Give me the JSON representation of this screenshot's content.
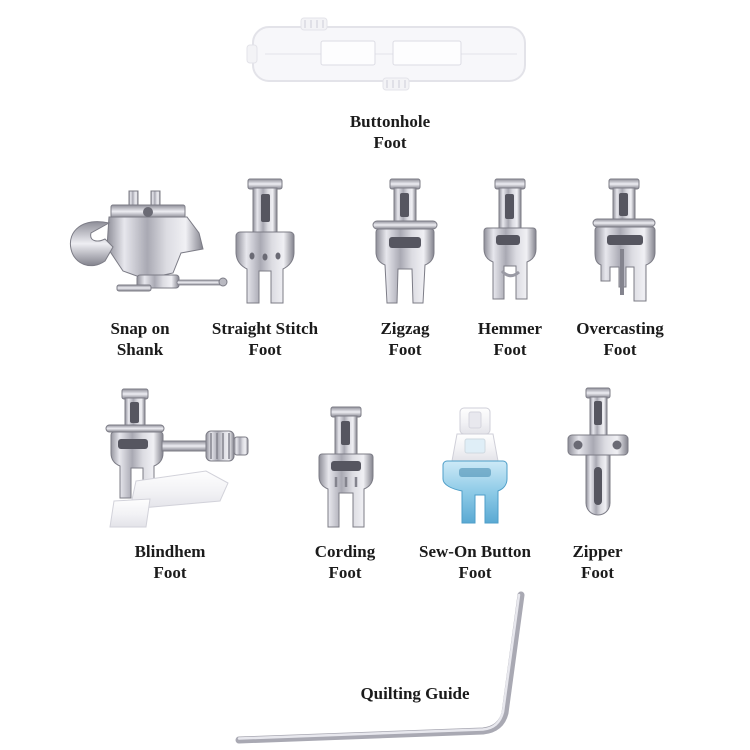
{
  "items": [
    {
      "name": "buttonhole-foot",
      "line1": "Buttonhole",
      "line2": "Foot"
    },
    {
      "name": "snap-on-shank",
      "line1": "Snap on",
      "line2": "Shank"
    },
    {
      "name": "straight-stitch-foot",
      "line1": "Straight Stitch",
      "line2": "Foot"
    },
    {
      "name": "zigzag-foot",
      "line1": "Zigzag",
      "line2": "Foot"
    },
    {
      "name": "hemmer-foot",
      "line1": "Hemmer",
      "line2": "Foot"
    },
    {
      "name": "overcasting-foot",
      "line1": "Overcasting",
      "line2": "Foot"
    },
    {
      "name": "blindhem-foot",
      "line1": "Blindhem",
      "line2": "Foot"
    },
    {
      "name": "cording-foot",
      "line1": "Cording",
      "line2": "Foot"
    },
    {
      "name": "sew-on-button-foot",
      "line1": "Sew-On Button",
      "line2": "Foot"
    },
    {
      "name": "zipper-foot",
      "line1": "Zipper",
      "line2": "Foot"
    },
    {
      "name": "quilting-guide",
      "line1": "Quilting Guide",
      "line2": ""
    }
  ],
  "colors": {
    "background": "#ffffff",
    "label_text": "#1b1b1b",
    "metal": "#b9b9c1",
    "metal_dark_slot": "#565660",
    "plastic_white": "#f5f5f8",
    "button_foot_blue": "#8ecbe7"
  }
}
